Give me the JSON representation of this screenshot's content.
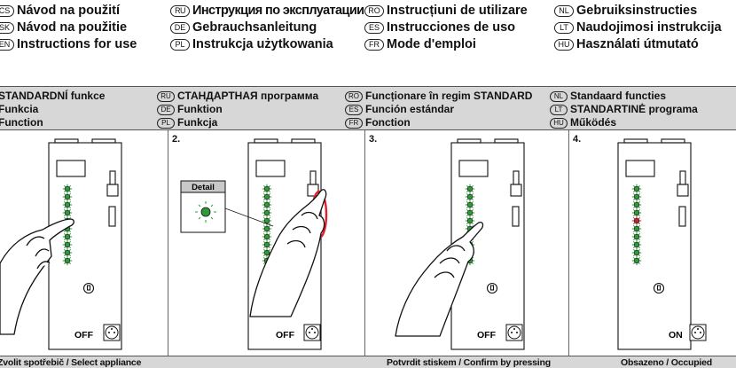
{
  "languages": [
    {
      "code": "CS",
      "text": "Návod na použití"
    },
    {
      "code": "RU",
      "text": "Инструкция по эксплуатации"
    },
    {
      "code": "RO",
      "text": "Instrucțiuni de utilizare"
    },
    {
      "code": "NL",
      "text": "Gebruiksinstructies"
    },
    {
      "code": "SK",
      "text": "Návod na použitie"
    },
    {
      "code": "DE",
      "text": "Gebrauchsanleitung"
    },
    {
      "code": "ES",
      "text": "Instrucciones de uso"
    },
    {
      "code": "LT",
      "text": "Naudojimosi instrukcija"
    },
    {
      "code": "EN",
      "text": "Instructions for use"
    },
    {
      "code": "PL",
      "text": "Instrukcja użytkowania"
    },
    {
      "code": "FR",
      "text": "Mode d'emploi"
    },
    {
      "code": "HU",
      "text": "Használati útmutató"
    }
  ],
  "functions": [
    {
      "code": "",
      "text": "STANDARDNÍ funkce"
    },
    {
      "code": "",
      "text": "Funkcia"
    },
    {
      "code": "",
      "text": "Function"
    },
    {
      "code": "RU",
      "text": "СТАНДАРТНАЯ программа"
    },
    {
      "code": "DE",
      "text": "Funktion"
    },
    {
      "code": "PL",
      "text": "Funkcja"
    },
    {
      "code": "RO",
      "text": "Funcționare în regim STANDARD"
    },
    {
      "code": "ES",
      "text": "Función estándar"
    },
    {
      "code": "FR",
      "text": "Fonction"
    },
    {
      "code": "NL",
      "text": "Standaard functies"
    },
    {
      "code": "LT",
      "text": "STANDARTINĖ programa"
    },
    {
      "code": "HU",
      "text": "Működés"
    }
  ],
  "panels": [
    {
      "number": "",
      "status": "OFF"
    },
    {
      "number": "2.",
      "status": "OFF",
      "detail_label": "Detail"
    },
    {
      "number": "3.",
      "status": "OFF"
    },
    {
      "number": "4.",
      "status": "ON"
    }
  ],
  "captions": [
    "Zvolit spotřebič / Select appliance",
    "",
    "Potvrdit stiskem / Confirm by pressing",
    "Obsazeno / Occupied"
  ],
  "colors": {
    "band": "#d7d7d7",
    "led_green": "#2e9a3a",
    "led_red": "#c0262e",
    "ring_red": "#e0202a"
  }
}
